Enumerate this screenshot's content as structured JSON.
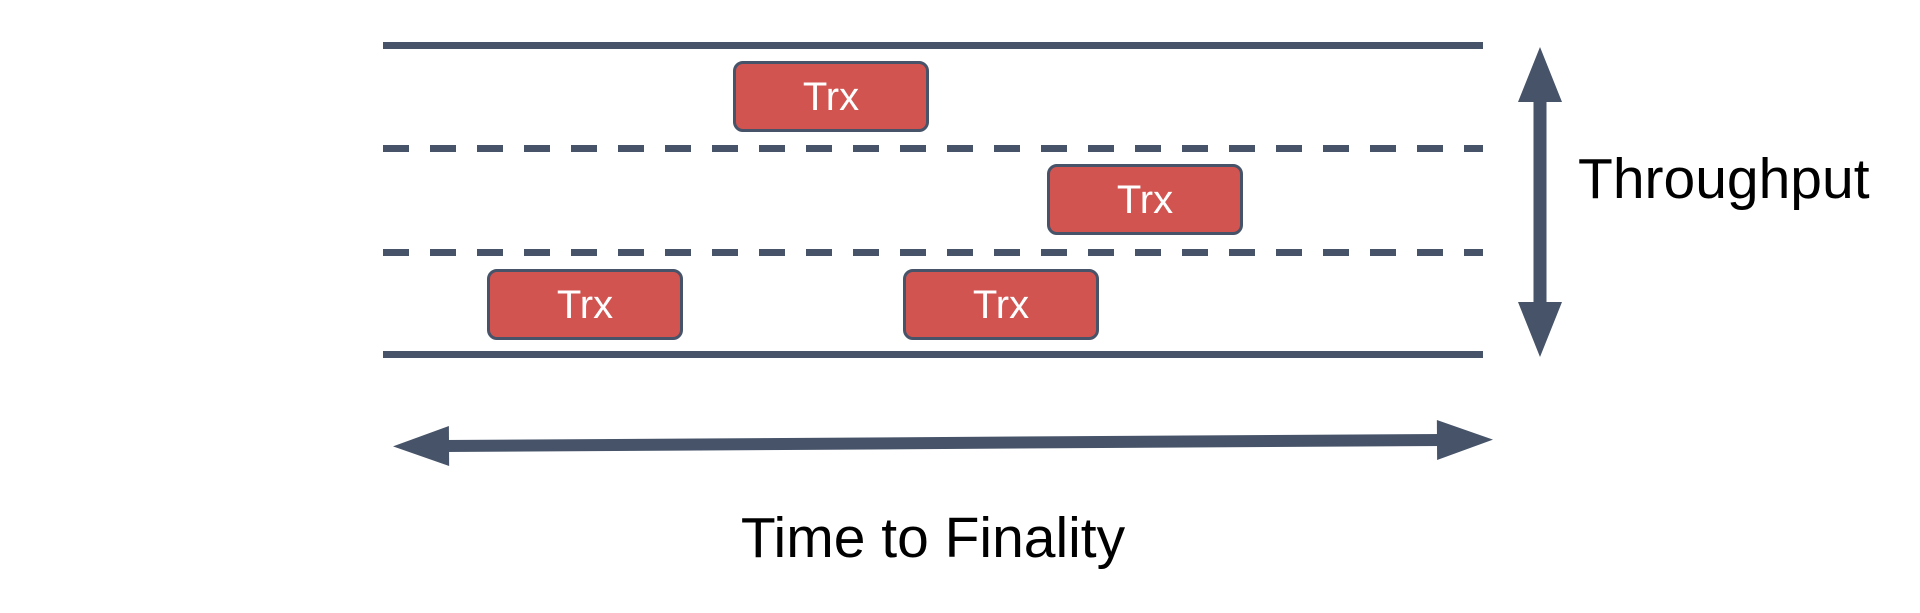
{
  "colors": {
    "canvas_bg": "#ffffff",
    "line": "#465368",
    "box_fill": "#d15450",
    "box_border": "#465368",
    "box_text": "#ffffff",
    "label_text": "#000000"
  },
  "diagram": {
    "boxes": [
      {
        "label": "Trx",
        "lane": 1
      },
      {
        "label": "Trx",
        "lane": 2
      },
      {
        "label": "Trx",
        "lane": 3
      },
      {
        "label": "Trx",
        "lane": 3
      }
    ],
    "axes": {
      "vertical_label": "Throughput",
      "horizontal_label": "Time to Finality"
    }
  }
}
